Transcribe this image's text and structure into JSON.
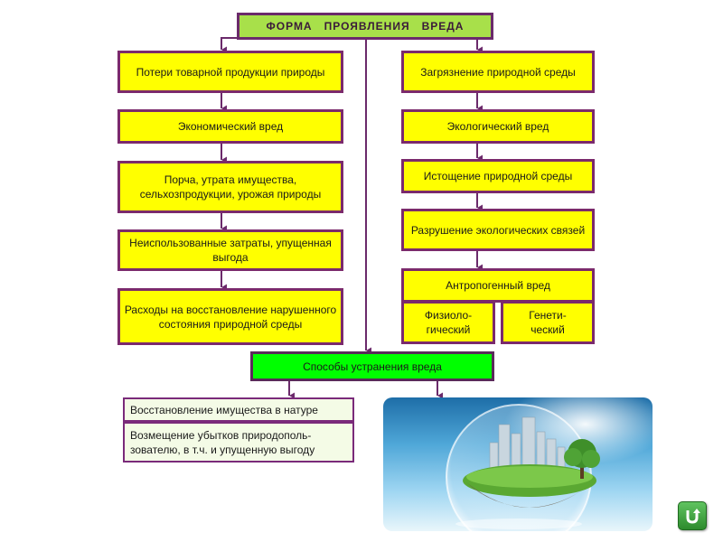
{
  "header": "ФОРМА   ПРОЯВЛЕНИЯ   ВРЕДА",
  "left": [
    "Потери товарной продукции природы",
    "Экономический вред",
    "Порча, утрата имущества, сельхозпродукции, урожая природы",
    "Неиспользованные затраты, упущенная выгода",
    "Расходы на восстановление нарушенного состояния природной среды"
  ],
  "right": [
    "Загрязнение природной среды",
    "Экологический вред",
    "Истощение природной среды",
    "Разрушение экологических связей",
    "Антропогенный вред"
  ],
  "anthropogenic_sub": [
    "Физиоло-гический",
    "Генети-ческий"
  ],
  "methods": "Способы устранения вреда",
  "outcomes": [
    "Восстановление имущества в натуре",
    "Возмещение убытков природополь-зователю, в т.ч. и упущенную выгоду"
  ],
  "image": {
    "description_icon": "eco-globe-city-image"
  },
  "nav": {
    "icon": "return-arrow-icon"
  }
}
